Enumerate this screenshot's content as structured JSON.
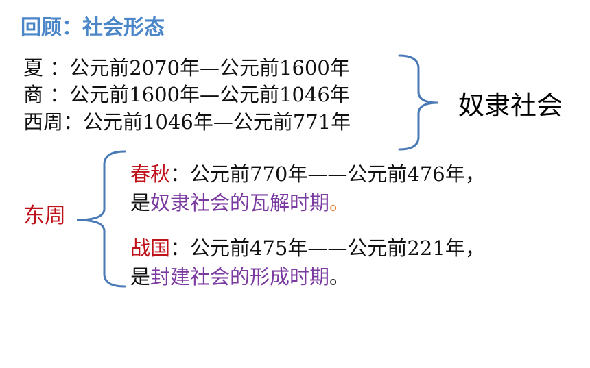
{
  "title": {
    "text": "回顾：社会形态",
    "color": "#4a86c8"
  },
  "colors": {
    "brace": "#4a7ab5",
    "red": "#c0121a",
    "purple": "#7a3aa0",
    "dark": "#111111"
  },
  "slave_periods": [
    {
      "name": "夏 ",
      "sep": "：",
      "range": "公元前2070年—公元前1600年"
    },
    {
      "name": "商 ",
      "sep": "：",
      "range": "公元前1600年—公元前1046年"
    },
    {
      "name": "西周",
      "sep": "：",
      "range": "公元前1046年—公元前771年"
    }
  ],
  "slave_label": "奴隶社会",
  "east_zhou": {
    "label": "东周",
    "spring_autumn": {
      "name": "春秋",
      "sep": "：",
      "range": "公元前770年——公元前476年，",
      "is": "是",
      "desc": "奴隶社会的瓦解时期",
      "end": "。"
    },
    "warring_states": {
      "name": "战国",
      "sep": "：",
      "range": "公元前475年——公元前221年，",
      "is": "是",
      "desc": "封建社会的形成时期",
      "end": "。"
    }
  }
}
